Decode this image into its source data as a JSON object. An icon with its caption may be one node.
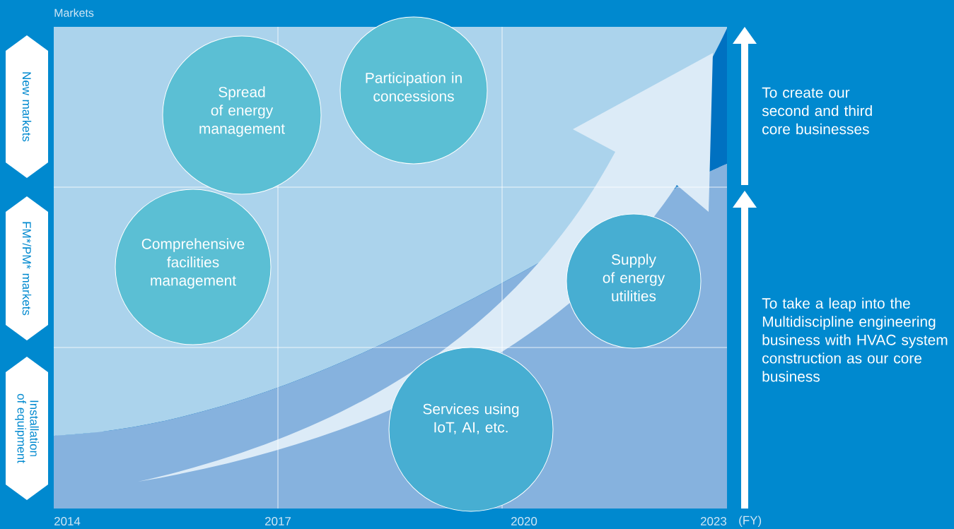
{
  "diagram": {
    "nodes": [
      {
        "text": [
          "New markets"
        ]
      },
      {
        "text": [
          "FM*/PM* markets"
        ]
      },
      {
        "text": [
          "Installation of equipment"
        ]
      },
      {
        "text": [
          "Spread of energy management"
        ]
      },
      {
        "text": [
          "Participation in concessions"
        ]
      },
      {
        "text": [
          "Comprehensive facilities management"
        ]
      },
      {
        "text": [
          "Supply of energy utilities"
        ]
      },
      {
        "text": [
          "Services using IoT, AI, etc."
        ]
      }
    ],
    "labels": [
      "Markets",
      "To create our second and third core businesses",
      "To take a leap into the Multidiscipline engineering business with HVAC system construction as our core business",
      "2014",
      "2017",
      "2020",
      "2023",
      "(FY)"
    ]
  }
}
